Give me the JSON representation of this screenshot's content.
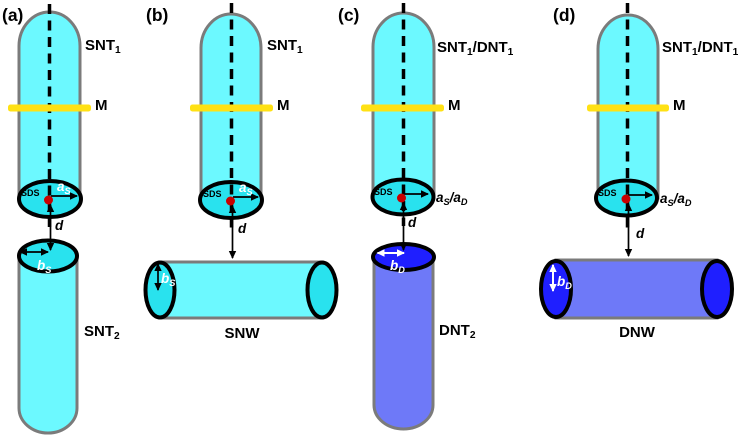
{
  "colors": {
    "tube_fill": "#6CF9FF",
    "cross_section_fill": "#29E2EE",
    "double_wall_fill": "#6E79F8",
    "double_wall_end_fill": "#1F1FFF",
    "membrane_fill": "#FFE114",
    "sds_dot_fill": "#C80000",
    "outline_gray": "#7B7B7B"
  },
  "panels": [
    {
      "id": "a",
      "tag": "(a)",
      "upper_tube": [
        {
          "t": "SNT"
        },
        {
          "t": "1",
          "sub": true
        }
      ],
      "membrane": "M",
      "surfactant": "SDS",
      "upper_radius": [
        {
          "t": "a"
        },
        {
          "t": "S",
          "sub": true
        }
      ],
      "distance": "d",
      "lower_radius": [
        {
          "t": "b"
        },
        {
          "t": "S",
          "sub": true
        }
      ],
      "lower_object": [
        {
          "t": "SNT"
        },
        {
          "t": "2",
          "sub": true
        }
      ]
    },
    {
      "id": "b",
      "tag": "(b)",
      "upper_tube": [
        {
          "t": "SNT"
        },
        {
          "t": "1",
          "sub": true
        }
      ],
      "membrane": "M",
      "surfactant": "SDS",
      "upper_radius": [
        {
          "t": "a"
        },
        {
          "t": "S",
          "sub": true
        }
      ],
      "distance": "d",
      "lower_radius": [
        {
          "t": "b"
        },
        {
          "t": "S",
          "sub": true
        }
      ],
      "lower_object": [
        {
          "t": "SNW"
        }
      ]
    },
    {
      "id": "c",
      "tag": "(c)",
      "upper_tube": [
        {
          "t": "SNT"
        },
        {
          "t": "1",
          "sub": true
        },
        {
          "t": "/DNT"
        },
        {
          "t": "1",
          "sub": true
        }
      ],
      "membrane": "M",
      "surfactant": "SDS",
      "upper_radius": [
        {
          "t": "a"
        },
        {
          "t": "S",
          "sub": true
        },
        {
          "t": "/a"
        },
        {
          "t": "D",
          "sub": true
        }
      ],
      "distance": "d",
      "lower_radius": [
        {
          "t": "b"
        },
        {
          "t": "D",
          "sub": true
        }
      ],
      "lower_object": [
        {
          "t": "DNT"
        },
        {
          "t": "2",
          "sub": true
        }
      ]
    },
    {
      "id": "d",
      "tag": "(d)",
      "upper_tube": [
        {
          "t": "SNT"
        },
        {
          "t": "1",
          "sub": true
        },
        {
          "t": "/DNT"
        },
        {
          "t": "1",
          "sub": true
        }
      ],
      "membrane": "M",
      "surfactant": "SDS",
      "upper_radius": [
        {
          "t": "a"
        },
        {
          "t": "S",
          "sub": true
        },
        {
          "t": "/a"
        },
        {
          "t": "D",
          "sub": true
        }
      ],
      "distance": "d",
      "lower_radius": [
        {
          "t": "b"
        },
        {
          "t": "D",
          "sub": true
        }
      ],
      "lower_object": [
        {
          "t": "DNW"
        }
      ]
    }
  ]
}
